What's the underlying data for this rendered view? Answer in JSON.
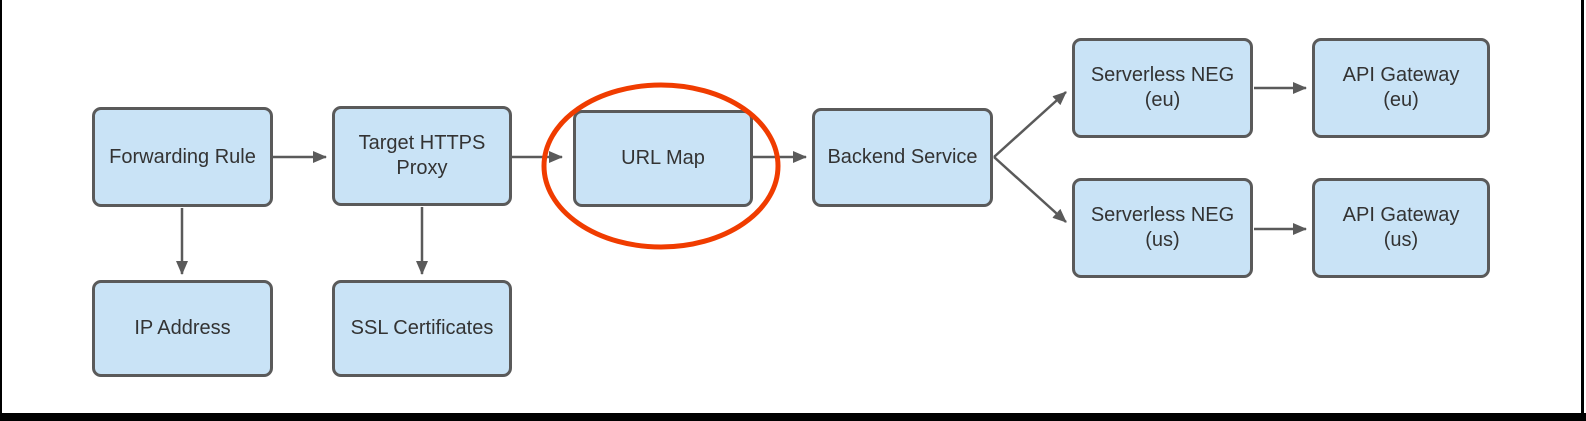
{
  "colors": {
    "background": "#FFFFFF",
    "node_fill": "#C9E3F6",
    "node_border": "#5A5A5A",
    "arrow": "#5A5A5A",
    "text": "#333333",
    "highlight_ellipse": "#F03C00",
    "frame_border": "#000000"
  },
  "diagram": {
    "type": "flowchart",
    "nodes": [
      {
        "id": "forwarding-rule",
        "label": "Forwarding Rule"
      },
      {
        "id": "target-https-proxy",
        "label": "Target HTTPS\nProxy"
      },
      {
        "id": "url-map",
        "label": "URL Map",
        "highlighted": true
      },
      {
        "id": "backend-service",
        "label": "Backend Service"
      },
      {
        "id": "serverless-neg-eu",
        "label": "Serverless NEG\n(eu)"
      },
      {
        "id": "api-gateway-eu",
        "label": "API Gateway\n(eu)"
      },
      {
        "id": "serverless-neg-us",
        "label": "Serverless NEG\n(us)"
      },
      {
        "id": "api-gateway-us",
        "label": "API Gateway\n(us)"
      },
      {
        "id": "ip-address",
        "label": "IP Address"
      },
      {
        "id": "ssl-certificates",
        "label": "SSL Certificates"
      }
    ],
    "edges": [
      {
        "from": "forwarding-rule",
        "to": "target-https-proxy"
      },
      {
        "from": "target-https-proxy",
        "to": "url-map"
      },
      {
        "from": "url-map",
        "to": "backend-service"
      },
      {
        "from": "backend-service",
        "to": "serverless-neg-eu"
      },
      {
        "from": "backend-service",
        "to": "serverless-neg-us"
      },
      {
        "from": "serverless-neg-eu",
        "to": "api-gateway-eu"
      },
      {
        "from": "serverless-neg-us",
        "to": "api-gateway-us"
      },
      {
        "from": "forwarding-rule",
        "to": "ip-address"
      },
      {
        "from": "target-https-proxy",
        "to": "ssl-certificates"
      }
    ],
    "annotation": {
      "shape": "ellipse",
      "around": "url-map",
      "purpose": "highlight"
    }
  }
}
